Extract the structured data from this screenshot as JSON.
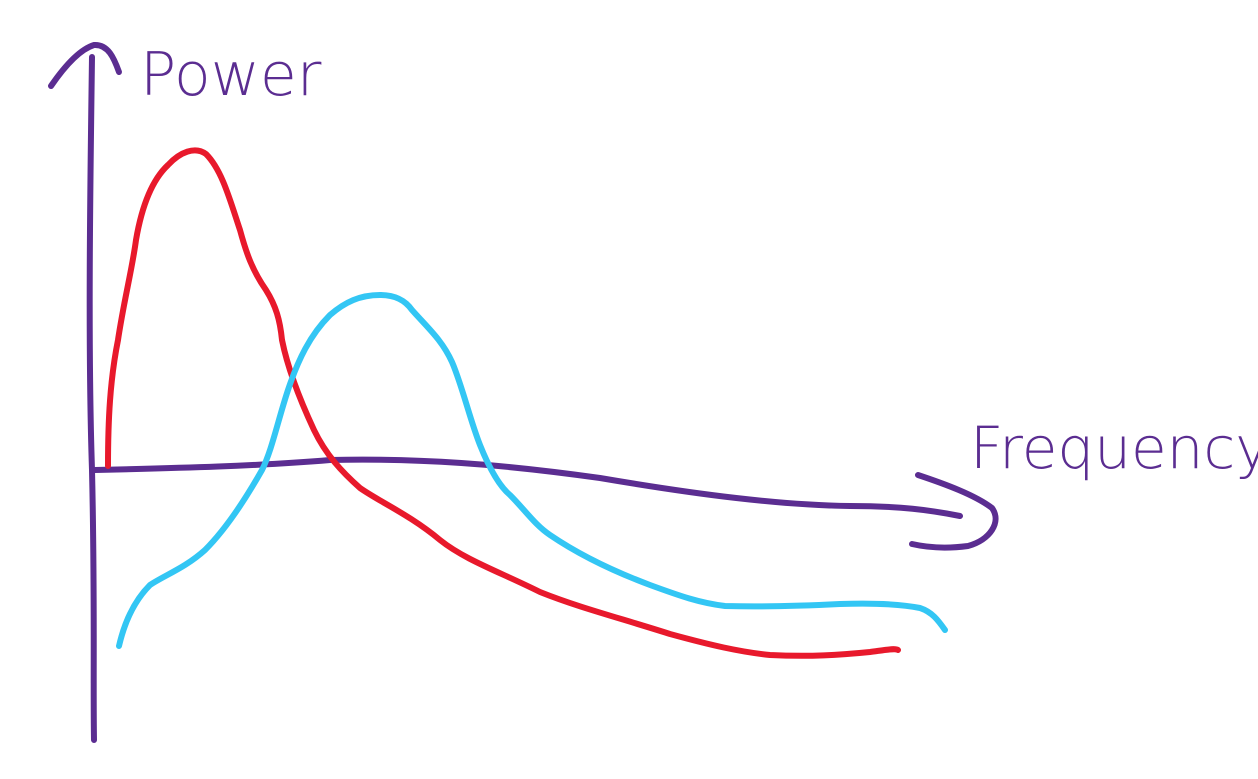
{
  "diagram": {
    "axes": {
      "y_label": "Power",
      "x_label": "Frequency"
    },
    "curves": [
      {
        "id": "red-curve",
        "color": "#e8192c"
      },
      {
        "id": "blue-curve",
        "color": "#33c6f4"
      }
    ],
    "colors": {
      "axis": "#5b2d91",
      "red": "#e8192c",
      "blue": "#33c6f4"
    }
  }
}
